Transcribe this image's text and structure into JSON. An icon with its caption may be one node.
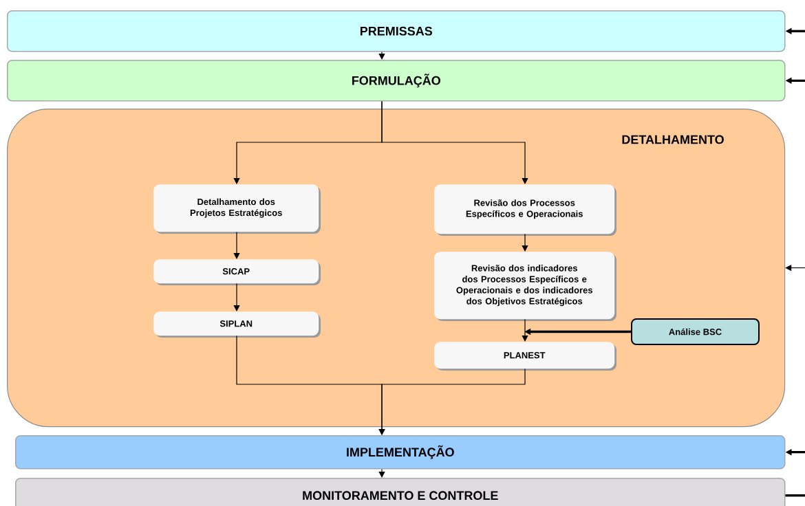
{
  "diagram": {
    "nodes": [
      {
        "text": [
          "PREMISSAS"
        ]
      },
      {
        "text": [
          "FORMULAÇÃO"
        ]
      },
      {
        "text": [
          "DETALHAMENTO"
        ]
      },
      {
        "text": [
          "Detalhamento dos Projetos Estratégicos"
        ],
        "in": 2
      },
      {
        "text": [
          "Revisão dos Processos Específicos e Operacionais"
        ],
        "in": 2
      },
      {
        "text": [
          "SICAP"
        ],
        "in": 2
      },
      {
        "text": [
          "Revisão dos indicadores dos Processos Específicos e Operacionais e dos indicadores dos Objetivos Estratégicos"
        ],
        "in": 2
      },
      {
        "text": [
          "SIPLAN"
        ],
        "in": 2
      },
      {
        "text": [
          "Análise BSC"
        ],
        "in": 2
      },
      {
        "text": [
          "PLANEST"
        ],
        "in": 2
      },
      {
        "text": [
          "IMPLEMENTAÇÃO"
        ]
      },
      {
        "text": [
          "MONITORAMENTO E CONTROLE"
        ]
      }
    ],
    "edges": [
      {
        "from": 0,
        "to": 1,
        "arrow": "to"
      },
      {
        "from": 1,
        "to": 3,
        "arrow": "to"
      },
      {
        "from": 1,
        "to": 4,
        "arrow": "to"
      },
      {
        "from": 3,
        "to": 5,
        "arrow": "to"
      },
      {
        "from": 5,
        "to": 7,
        "arrow": "to"
      },
      {
        "from": 4,
        "to": 6,
        "arrow": "to"
      },
      {
        "from": 6,
        "to": 9,
        "arrow": "to"
      },
      {
        "from": 8,
        "to": 9,
        "arrow": "to",
        "style": "thick"
      },
      {
        "from": 7,
        "to": 10,
        "arrow": "to"
      },
      {
        "from": 9,
        "to": 10,
        "arrow": "to"
      },
      {
        "from": 10,
        "to": 11,
        "arrow": "to"
      },
      {
        "from": null,
        "to": 0,
        "arrow": "to",
        "style": "thick"
      },
      {
        "from": null,
        "to": 1,
        "arrow": "to",
        "style": "thick"
      },
      {
        "from": null,
        "to": 2,
        "arrow": "to"
      },
      {
        "from": null,
        "to": 10,
        "arrow": "to",
        "style": "thick"
      },
      {
        "from": 11,
        "to": null,
        "arrow": "none",
        "style": "thick"
      }
    ]
  }
}
